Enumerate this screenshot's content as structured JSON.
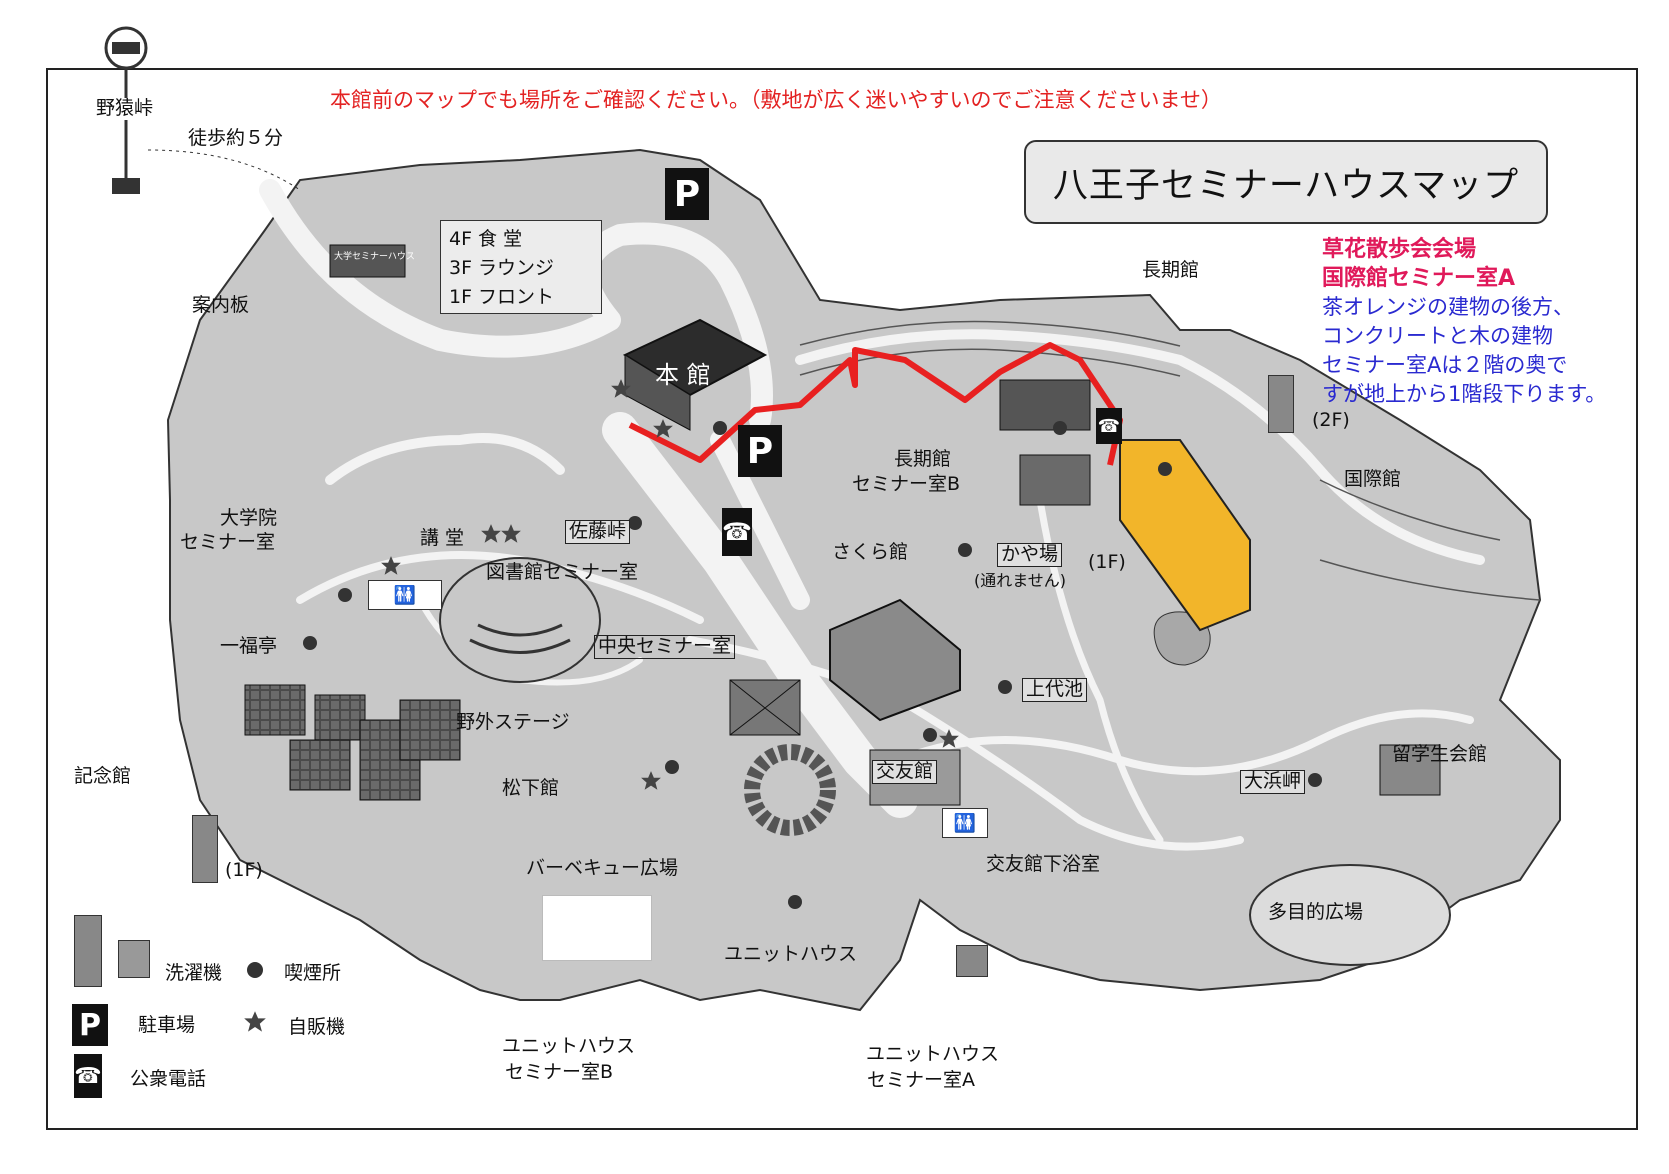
{
  "notice": "本館前のマップでも場所をご確認ください。（敷地が広く迷いやすいのでご注意くださいませ）",
  "map_title": "八王子セミナーハウスマップ",
  "bus_stop": {
    "name": "野猿峠",
    "walk": "徒歩約５分"
  },
  "honkan_floors": [
    "4F 食 堂",
    "3F ラウンジ",
    "1F フロント"
  ],
  "venue_info": {
    "line1": "草花散歩会会場",
    "line2": "国際館セミナー室A",
    "desc1": "茶オレンジの建物の後方、",
    "desc2": "コンクリートと木の建物",
    "desc3": "セミナー室Aは２階の奥で",
    "desc4": "すが地上から1階段下ります。"
  },
  "labels": {
    "annai": "案内板",
    "honkan": "本 館",
    "choki": "長期館",
    "choki_seminar_1": "長期館",
    "choki_seminar_2": "セミナー室B",
    "kokusai": "国際館",
    "daigakuin_1": "大学院",
    "daigakuin_2": "セミナー室",
    "kodo": "講 堂",
    "sato": "佐藤峠",
    "toshokan": "図書館セミナー室",
    "sakura": "さくら館",
    "kayaba": "かや場",
    "kayaba_note": "(通れません)",
    "f1_kokusai": "(1F)",
    "f2_kokusai": "(2F)",
    "ippuku": "一福亭",
    "chuo": "中央セミナー室",
    "yagai": "野外ステージ",
    "kamishiro": "上代池",
    "kinen": "記念館",
    "matsushita": "松下館",
    "koyu": "交友館",
    "ryugaku": "留学生会館",
    "ohama": "大浜岬",
    "f1_kinen": "(1F)",
    "bbq": "バーベキュー広場",
    "koyu_bath": "交友館下浴室",
    "tamokuteki": "多目的広場",
    "unit": "ユニットハウス",
    "unit_b_1": "ユニットハウス",
    "unit_b_2": "セミナー室B",
    "unit_a_1": "ユニットハウス",
    "unit_a_2": "セミナー室A",
    "sign_text": "大学セミナーハウス"
  },
  "legend": {
    "laundry": "洗濯機",
    "smoking": "喫煙所",
    "parking": "駐車場",
    "vending": "自販機",
    "phone": "公衆電話",
    "parking_letter": "P"
  },
  "icons": {
    "parking": "parking-icon",
    "phone": "phone-icon",
    "smoking": "smoking-dot-icon",
    "vending": "vending-star-icon",
    "laundry": "washing-machine-icon",
    "toilet": "toilet-icon",
    "bus": "bus-stop-icon"
  },
  "colors": {
    "route": "#e82020",
    "venue": "#f2b52a",
    "notice": "#e32222",
    "info_text": "#2a2ad0",
    "info_title": "#e0195a"
  }
}
